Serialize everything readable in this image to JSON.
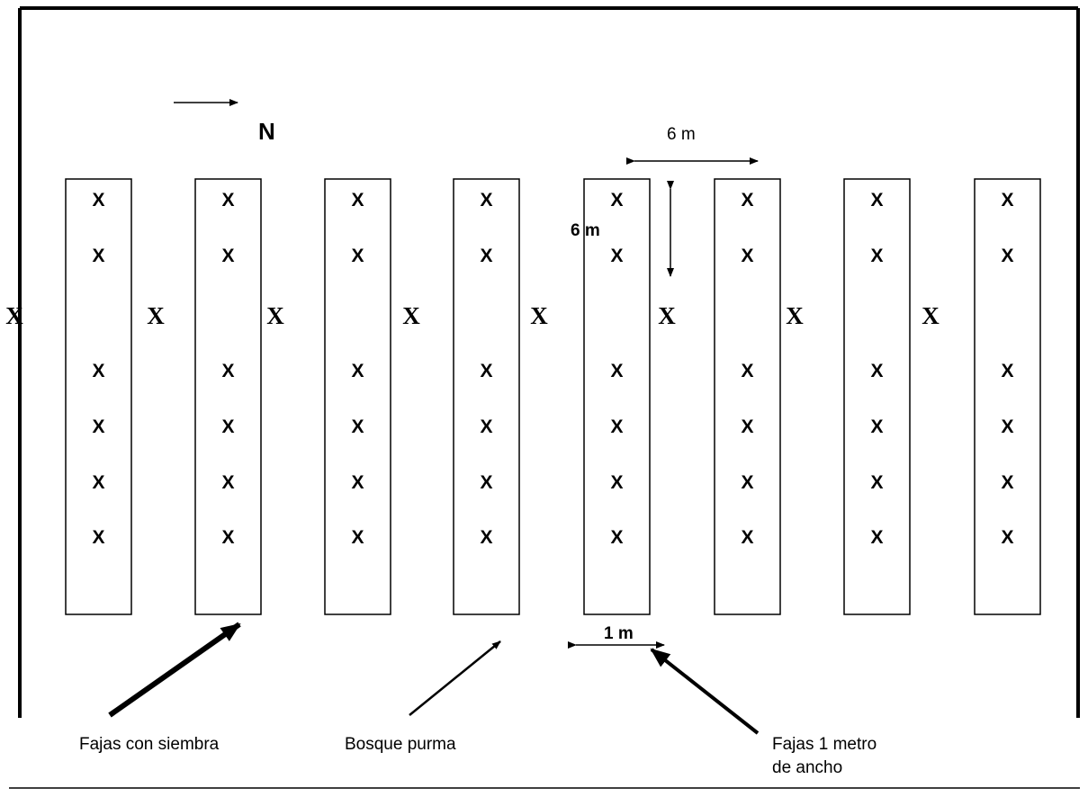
{
  "north": {
    "label": "N"
  },
  "strips": {
    "count": 8,
    "marker": "X",
    "markers_per_strip": 6
  },
  "between_strip_marker": "X",
  "dimensions": {
    "spacing_label": "6 m",
    "row_spacing_label": "6 m",
    "strip_width_label": "1 m"
  },
  "annotations": {
    "strips_sown": "Fajas con siembra",
    "forest": "Bosque purma",
    "strip_width_line1": "Fajas 1 metro",
    "strip_width_line2": "de ancho"
  },
  "colors": {
    "ink": "#000000",
    "background": "#ffffff"
  }
}
